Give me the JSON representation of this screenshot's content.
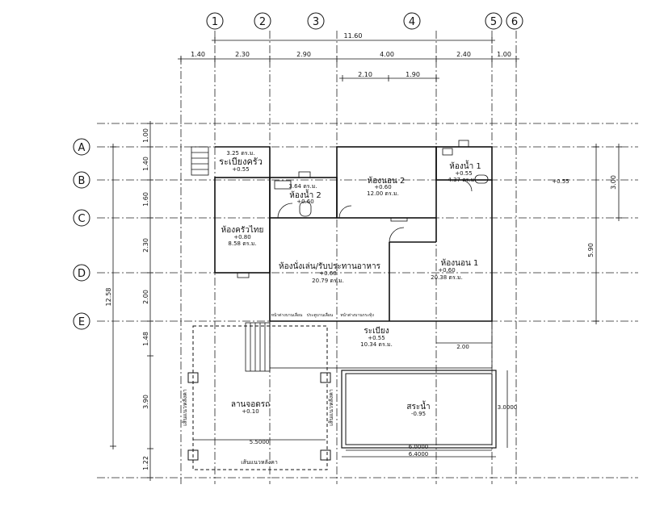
{
  "grid": {
    "cols": [
      "1",
      "2",
      "3",
      "4",
      "5",
      "6"
    ],
    "rows": [
      "A",
      "B",
      "C",
      "D",
      "E"
    ]
  },
  "dims": {
    "overall_top": "11.60",
    "top": [
      "1.40",
      "2.30",
      "2.90",
      "4.00",
      "2.40",
      "1.00"
    ],
    "sub": [
      "2.10",
      "1.90"
    ],
    "left": [
      "1.00",
      "1.40",
      "1.60",
      "2.30",
      "2.00",
      "1.48",
      "3.90",
      "1.22"
    ],
    "left_total": "12.58",
    "right_a": "3.00",
    "right_b": "5.90",
    "terrace_w": "2.00",
    "pool_w_inner": "6.0000",
    "pool_w_outer": "6.4000",
    "pool_h": "3.0000",
    "carport_w": "5.5000"
  },
  "rooms": {
    "kitchen_porch": {
      "area": "3.25 ตร.ม.",
      "name": "ระเบียงครัว",
      "level": "+0.55"
    },
    "thai_kitchen": {
      "name": "ห้องครัวไทย",
      "level": "+0.80",
      "area": "8.58 ตร.ม."
    },
    "bath2": {
      "area": "3.64 ตร.ม.",
      "name": "ห้องน้ำ 2",
      "level": "+0.60"
    },
    "bedroom2": {
      "name": "ห้องนอน 2",
      "level": "+0.60",
      "area": "12.00 ตร.ม."
    },
    "bath1": {
      "name": "ห้องน้ำ 1",
      "level": "+0.55",
      "area": "4.37 ตร.ม."
    },
    "bath1_outside_level": "+0.55",
    "living": {
      "name": "ห้องนั่งเล่น/รับประทานอาหาร",
      "level": "+0.60",
      "area": "20.79 ตร.ม."
    },
    "bedroom1": {
      "name": "ห้องนอน 1",
      "level": "+0.60",
      "area": "20.38 ตร.ม."
    },
    "terrace": {
      "name": "ระเบียง",
      "level": "+0.55",
      "area": "10.34 ตร.ม."
    },
    "carport": {
      "name": "ลานจอดรถ",
      "level": "+0.10"
    },
    "pool": {
      "name": "สระน้ำ",
      "level": "-0.95"
    }
  },
  "labels": {
    "window_1": "หน้าต่างบานเลื่อน",
    "window_2": "ประตูบานเลื่อน",
    "window_3": "หน้าต่างบานกระทุ้ง",
    "line_left": "เส้นแนวหลังคา",
    "line_right": "เส้นแนวหลังคา",
    "line_bottom": "เส้นแนวหลังคา"
  }
}
